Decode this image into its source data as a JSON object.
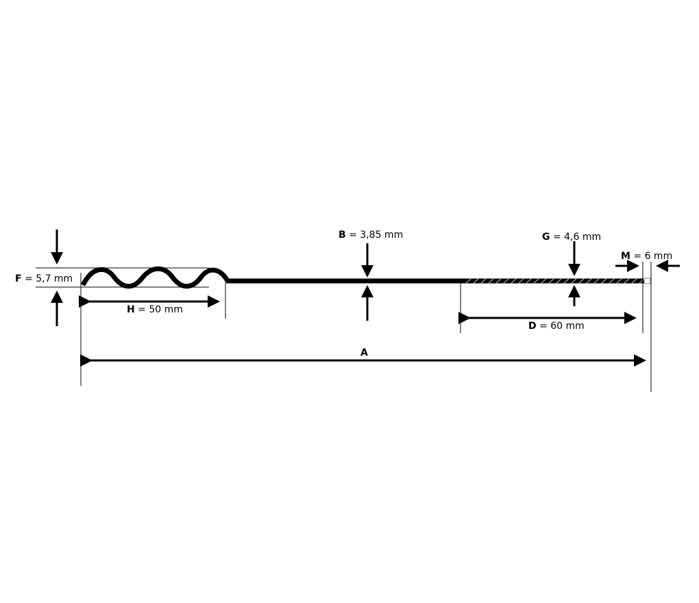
{
  "dimensions": {
    "F": {
      "letter": "F",
      "value": " = 5,7 mm"
    },
    "H": {
      "letter": "H",
      "value": " = 50 mm"
    },
    "B": {
      "letter": "B",
      "value": " = 3,85 mm"
    },
    "G": {
      "letter": "G",
      "value": " = 4,6 mm"
    },
    "M": {
      "letter": "M",
      "value": " = 6 mm"
    },
    "D": {
      "letter": "D",
      "value": " = 60 mm"
    },
    "A": {
      "letter": "A"
    }
  },
  "colors": {
    "line": "#000000",
    "thread": "#8a8a8a"
  }
}
